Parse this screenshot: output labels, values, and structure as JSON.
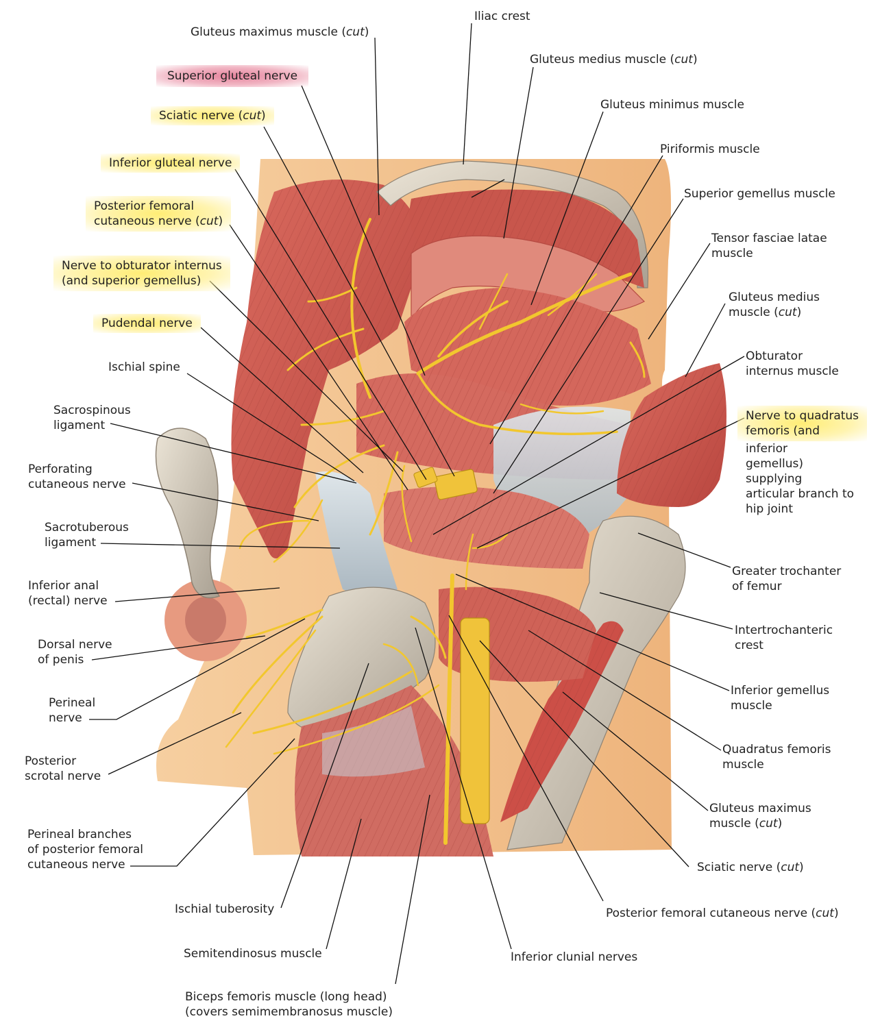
{
  "labels": {
    "gluteus_maximus_cut_top": {
      "text": "Gluteus maximus muscle ",
      "em": "cut"
    },
    "iliac_crest": {
      "text": "Iliac crest"
    },
    "superior_gluteal_nerve": {
      "text": "Superior gluteal nerve"
    },
    "gluteus_medius_cut_top": {
      "text": "Gluteus medius muscle ",
      "em": "cut"
    },
    "sciatic_nerve_cut_left": {
      "text": "Sciatic nerve ",
      "em": "cut"
    },
    "gluteus_minimus": {
      "text": "Gluteus minimus muscle"
    },
    "inferior_gluteal_nerve": {
      "text": "Inferior gluteal nerve"
    },
    "piriformis": {
      "text": "Piriformis muscle"
    },
    "posterior_femoral_cutaneous_l1": {
      "text": "Posterior femoral"
    },
    "posterior_femoral_cutaneous_l2": {
      "text": "cutaneous nerve ",
      "em": "cut"
    },
    "superior_gemellus": {
      "text": "Superior gemellus muscle"
    },
    "tensor_fasciae_latae_l1": {
      "text": "Tensor fasciae latae"
    },
    "tensor_fasciae_latae_l2": {
      "text": "muscle"
    },
    "nerve_obturator_internus_l1": {
      "text": "Nerve to obturator internus"
    },
    "nerve_obturator_internus_l2": {
      "text": "(and superior gemellus)"
    },
    "gluteus_medius_cut_right_l1": {
      "text": "Gluteus medius"
    },
    "gluteus_medius_cut_right_l2": {
      "text": "muscle ",
      "em": "cut"
    },
    "pudendal_nerve": {
      "text": "Pudendal nerve"
    },
    "ischial_spine": {
      "text": "Ischial spine"
    },
    "obturator_internus_l1": {
      "text": "Obturator"
    },
    "obturator_internus_l2": {
      "text": "internus muscle"
    },
    "sacrospinous_l1": {
      "text": "Sacrospinous"
    },
    "sacrospinous_l2": {
      "text": "ligament"
    },
    "nerve_quadratus_l1": {
      "text": "Nerve to quadratus"
    },
    "nerve_quadratus_l2": {
      "text": "femoris (and"
    },
    "nerve_quadratus_l3": {
      "text": "inferior"
    },
    "nerve_quadratus_l4": {
      "text": "gemellus)"
    },
    "nerve_quadratus_l5": {
      "text": "supplying"
    },
    "nerve_quadratus_l6": {
      "text": "articular branch to"
    },
    "nerve_quadratus_l7": {
      "text": "hip joint"
    },
    "perforating_cutaneous_l1": {
      "text": "Perforating"
    },
    "perforating_cutaneous_l2": {
      "text": "cutaneous nerve"
    },
    "sacrotuberous_l1": {
      "text": "Sacrotuberous"
    },
    "sacrotuberous_l2": {
      "text": "ligament"
    },
    "greater_trochanter_l1": {
      "text": "Greater trochanter"
    },
    "greater_trochanter_l2": {
      "text": "of femur"
    },
    "inferior_anal_l1": {
      "text": "Inferior anal"
    },
    "inferior_anal_l2": {
      "text": "(rectal) nerve"
    },
    "intertrochanteric_l1": {
      "text": "Intertrochanteric"
    },
    "intertrochanteric_l2": {
      "text": "crest"
    },
    "dorsal_nerve_penis_l1": {
      "text": "Dorsal nerve"
    },
    "dorsal_nerve_penis_l2": {
      "text": "of penis"
    },
    "inferior_gemellus_l1": {
      "text": "Inferior gemellus"
    },
    "inferior_gemellus_l2": {
      "text": "muscle"
    },
    "perineal_nerve_l1": {
      "text": "Perineal"
    },
    "perineal_nerve_l2": {
      "text": "nerve"
    },
    "quadratus_femoris_l1": {
      "text": "Quadratus femoris"
    },
    "quadratus_femoris_l2": {
      "text": "muscle"
    },
    "posterior_scrotal_l1": {
      "text": "Posterior"
    },
    "posterior_scrotal_l2": {
      "text": "scrotal nerve"
    },
    "gluteus_maximus_cut_right_l1": {
      "text": "Gluteus maximus"
    },
    "gluteus_maximus_cut_right_l2": {
      "text": "muscle ",
      "em": "cut"
    },
    "perineal_branches_l1": {
      "text": "Perineal branches"
    },
    "perineal_branches_l2": {
      "text": "of posterior femoral"
    },
    "perineal_branches_l3": {
      "text": "cutaneous nerve"
    },
    "sciatic_nerve_cut_right": {
      "text": "Sciatic nerve ",
      "em": "cut"
    },
    "ischial_tuberosity": {
      "text": "Ischial tuberosity"
    },
    "posterior_femoral_cutaneous_bottom": {
      "text": "Posterior femoral cutaneous nerve ",
      "em": "cut"
    },
    "semitendinosus": {
      "text": "Semitendinosus muscle"
    },
    "inferior_clunial": {
      "text": "Inferior clunial nerves"
    },
    "biceps_femoris_l1": {
      "text": "Biceps femoris muscle (long head)"
    },
    "biceps_femoris_l2": {
      "text": "(covers semimembranosus muscle)"
    }
  },
  "colors": {
    "muscle": "#c9544b",
    "muscle_light": "#e08a7c",
    "nerve": "#f2c72e",
    "bone": "#d8cfc0",
    "ligament": "#c9d2d8",
    "skin": "#f3c28e",
    "leader": "#111111",
    "highlight_yellow": "#ffec6e",
    "highlight_pink": "#e16e8c"
  }
}
